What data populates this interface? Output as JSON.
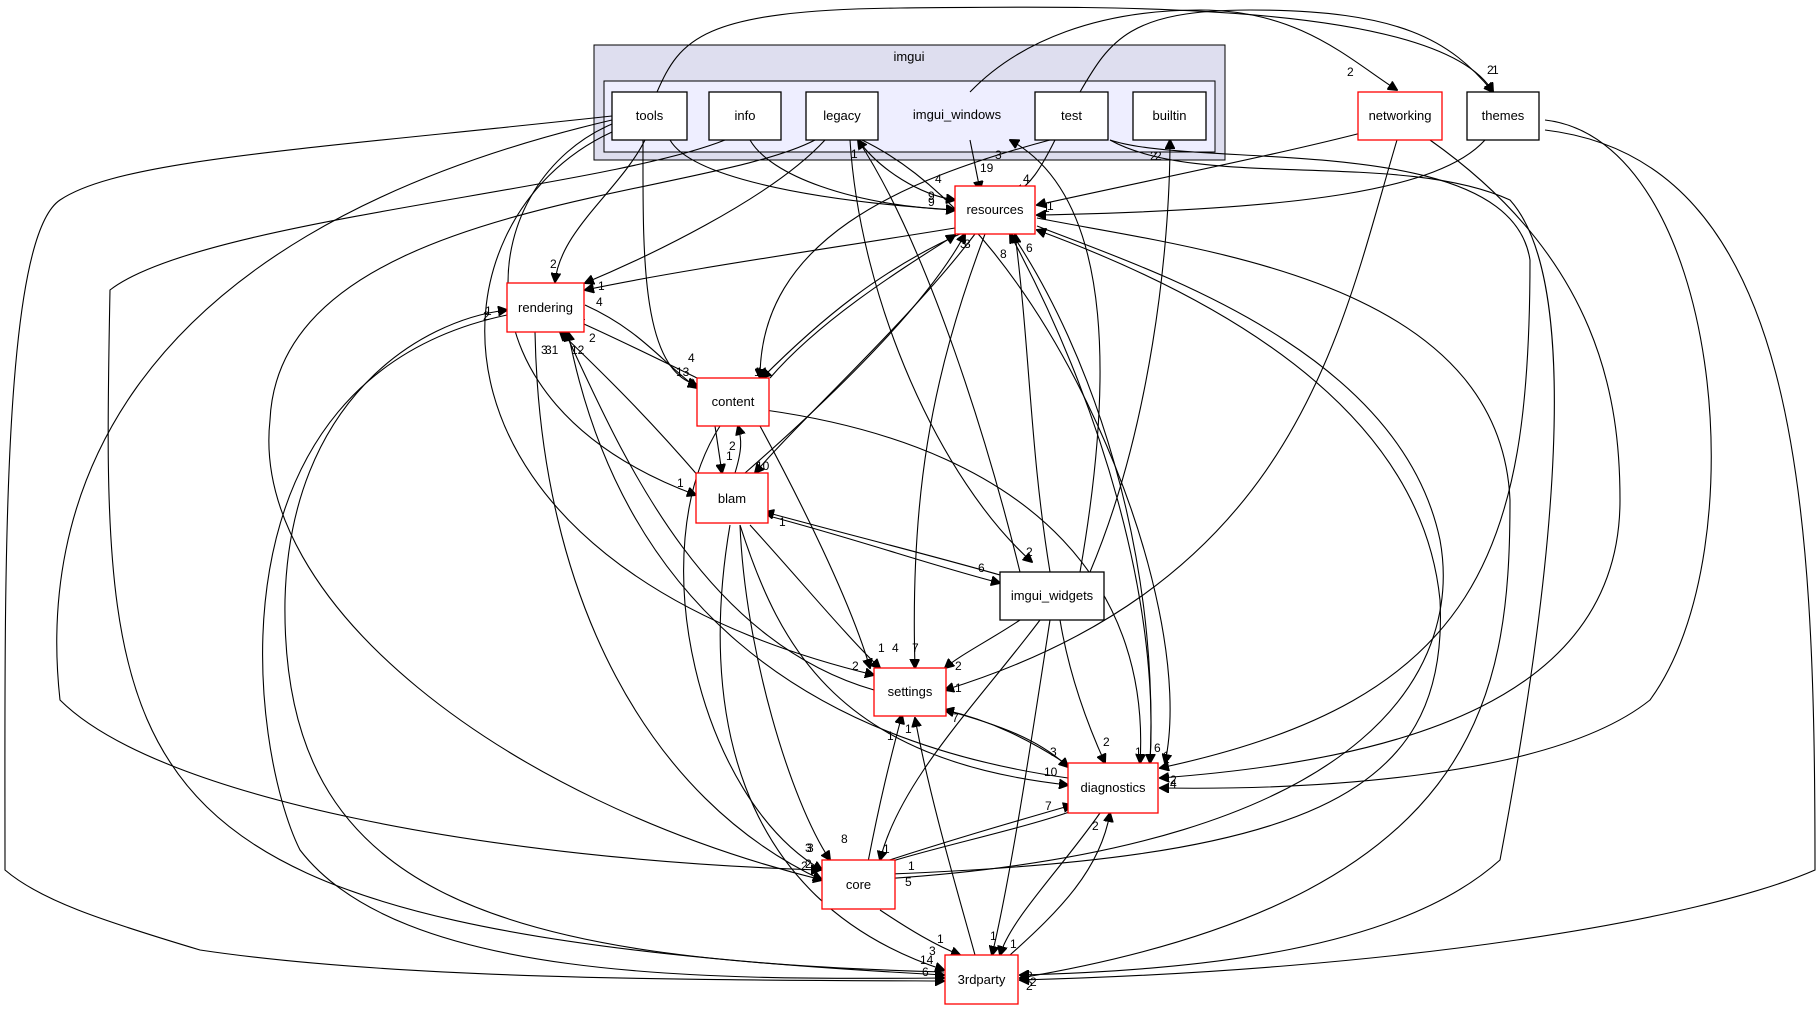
{
  "diagram": {
    "outer_cluster": "imgui",
    "inner_cluster": "imgui_windows",
    "nodes": {
      "tools": "tools",
      "info": "info",
      "legacy": "legacy",
      "test": "test",
      "builtin": "builtin",
      "networking": "networking",
      "themes": "themes",
      "resources": "resources",
      "rendering": "rendering",
      "content": "content",
      "blam": "blam",
      "imgui_widgets": "imgui_widgets",
      "settings": "settings",
      "diagnostics": "diagnostics",
      "core": "core",
      "thirdparty": "3rdparty"
    },
    "colors": {
      "outer_cluster_fill": "#dedeef",
      "inner_cluster_fill": "#eeeeff",
      "node_border_dir": "#000000",
      "node_border_external": "#ff0000"
    },
    "edges": [
      {
        "from": "tools",
        "to": "resources",
        "label": "9"
      },
      {
        "from": "tools",
        "to": "content",
        "label": "4"
      },
      {
        "from": "tools",
        "to": "themes",
        "label": "1"
      },
      {
        "from": "tools",
        "to": "rendering",
        "label": "2"
      },
      {
        "from": "tools",
        "to": "settings",
        "label": "2"
      },
      {
        "from": "tools",
        "to": "blam",
        "label": "1"
      },
      {
        "from": "tools",
        "to": "core",
        "label": "2"
      },
      {
        "from": "tools",
        "to": "thirdparty",
        "label": "6"
      },
      {
        "from": "info",
        "to": "resources",
        "label": "9"
      },
      {
        "from": "info",
        "to": "thirdparty",
        "label": "14"
      },
      {
        "from": "legacy",
        "to": "resources",
        "label": "4"
      },
      {
        "from": "legacy",
        "to": "rendering",
        "label": "1"
      },
      {
        "from": "legacy",
        "to": "imgui_widgets",
        "label": "2"
      },
      {
        "from": "legacy",
        "to": "core",
        "label": "2"
      },
      {
        "from": "legacy",
        "to": "diagnostics",
        "label": "1"
      },
      {
        "from": "imgui_windows",
        "to": "resources",
        "label": "19"
      },
      {
        "from": "imgui_windows",
        "to": "networking",
        "label": "2"
      },
      {
        "from": "test",
        "to": "resources",
        "label": "4"
      },
      {
        "from": "test",
        "to": "content",
        "label": "11"
      },
      {
        "from": "test",
        "to": "themes",
        "label": "2"
      },
      {
        "from": "test",
        "to": "diagnostics",
        "label": "2"
      },
      {
        "from": "test",
        "to": "thirdparty",
        "label": "2"
      },
      {
        "from": "networking",
        "to": "resources",
        "label": "2"
      },
      {
        "from": "networking",
        "to": "settings",
        "label": "1"
      },
      {
        "from": "networking",
        "to": "diagnostics",
        "label": "1"
      },
      {
        "from": "themes",
        "to": "resources",
        "label": "1"
      },
      {
        "from": "themes",
        "to": "diagnostics",
        "label": "4"
      },
      {
        "from": "themes",
        "to": "thirdparty",
        "label": "2"
      },
      {
        "from": "resources",
        "to": "rendering",
        "label": "4"
      },
      {
        "from": "resources",
        "to": "content",
        "label": "1"
      },
      {
        "from": "resources",
        "to": "blam",
        "label": "10"
      },
      {
        "from": "resources",
        "to": "settings",
        "label": "7"
      },
      {
        "from": "resources",
        "to": "diagnostics",
        "label": "6"
      },
      {
        "from": "resources",
        "to": "core",
        "label": "5"
      },
      {
        "from": "resources",
        "to": "thirdparty",
        "label": "2"
      },
      {
        "from": "rendering",
        "to": "content",
        "label": "13"
      },
      {
        "from": "rendering",
        "to": "core",
        "label": "3"
      },
      {
        "from": "rendering",
        "to": "thirdparty",
        "label": "3"
      },
      {
        "from": "content",
        "to": "resources",
        "label": "3"
      },
      {
        "from": "content",
        "to": "rendering",
        "label": "2"
      },
      {
        "from": "content",
        "to": "blam",
        "label": "1"
      },
      {
        "from": "content",
        "to": "settings",
        "label": "1"
      },
      {
        "from": "content",
        "to": "diagnostics",
        "label": "1"
      },
      {
        "from": "content",
        "to": "core",
        "label": "3"
      },
      {
        "from": "blam",
        "to": "resources",
        "label": "3"
      },
      {
        "from": "blam",
        "to": "rendering",
        "label": "12"
      },
      {
        "from": "blam",
        "to": "content",
        "label": "2"
      },
      {
        "from": "blam",
        "to": "imgui_widgets",
        "label": "6"
      },
      {
        "from": "blam",
        "to": "settings",
        "label": "4"
      },
      {
        "from": "blam",
        "to": "core",
        "label": "8"
      },
      {
        "from": "blam",
        "to": "diagnostics",
        "label": "10"
      },
      {
        "from": "blam",
        "to": "thirdparty",
        "label": "3"
      },
      {
        "from": "imgui_widgets",
        "to": "resources",
        "label": "8"
      },
      {
        "from": "imgui_widgets",
        "to": "imgui_windows",
        "label": "3"
      },
      {
        "from": "imgui_widgets",
        "to": "legacy",
        "label": "1"
      },
      {
        "from": "imgui_widgets",
        "to": "builtin",
        "label": "2"
      },
      {
        "from": "imgui_widgets",
        "to": "blam",
        "label": "1"
      },
      {
        "from": "imgui_widgets",
        "to": "settings",
        "label": "2"
      },
      {
        "from": "imgui_widgets",
        "to": "diagnostics",
        "label": "2"
      },
      {
        "from": "imgui_widgets",
        "to": "core",
        "label": "1"
      },
      {
        "from": "imgui_widgets",
        "to": "thirdparty",
        "label": "1"
      },
      {
        "from": "settings",
        "to": "rendering",
        "label": "31"
      },
      {
        "from": "settings",
        "to": "diagnostics",
        "label": "3"
      },
      {
        "from": "diagnostics",
        "to": "resources",
        "label": "6"
      },
      {
        "from": "diagnostics",
        "to": "rendering",
        "label": "1"
      },
      {
        "from": "diagnostics",
        "to": "settings",
        "label": "7"
      },
      {
        "from": "diagnostics",
        "to": "core",
        "label": "1"
      },
      {
        "from": "diagnostics",
        "to": "thirdparty",
        "label": "1"
      },
      {
        "from": "core",
        "to": "settings",
        "label": "1"
      },
      {
        "from": "core",
        "to": "diagnostics",
        "label": "7"
      },
      {
        "from": "core",
        "to": "resources",
        "label": "1"
      },
      {
        "from": "core",
        "to": "thirdparty",
        "label": "1"
      },
      {
        "from": "thirdparty",
        "to": "settings",
        "label": "1"
      },
      {
        "from": "thirdparty",
        "to": "diagnostics",
        "label": "2"
      },
      {
        "from": "thirdparty",
        "to": "rendering",
        "label": "2"
      }
    ]
  }
}
